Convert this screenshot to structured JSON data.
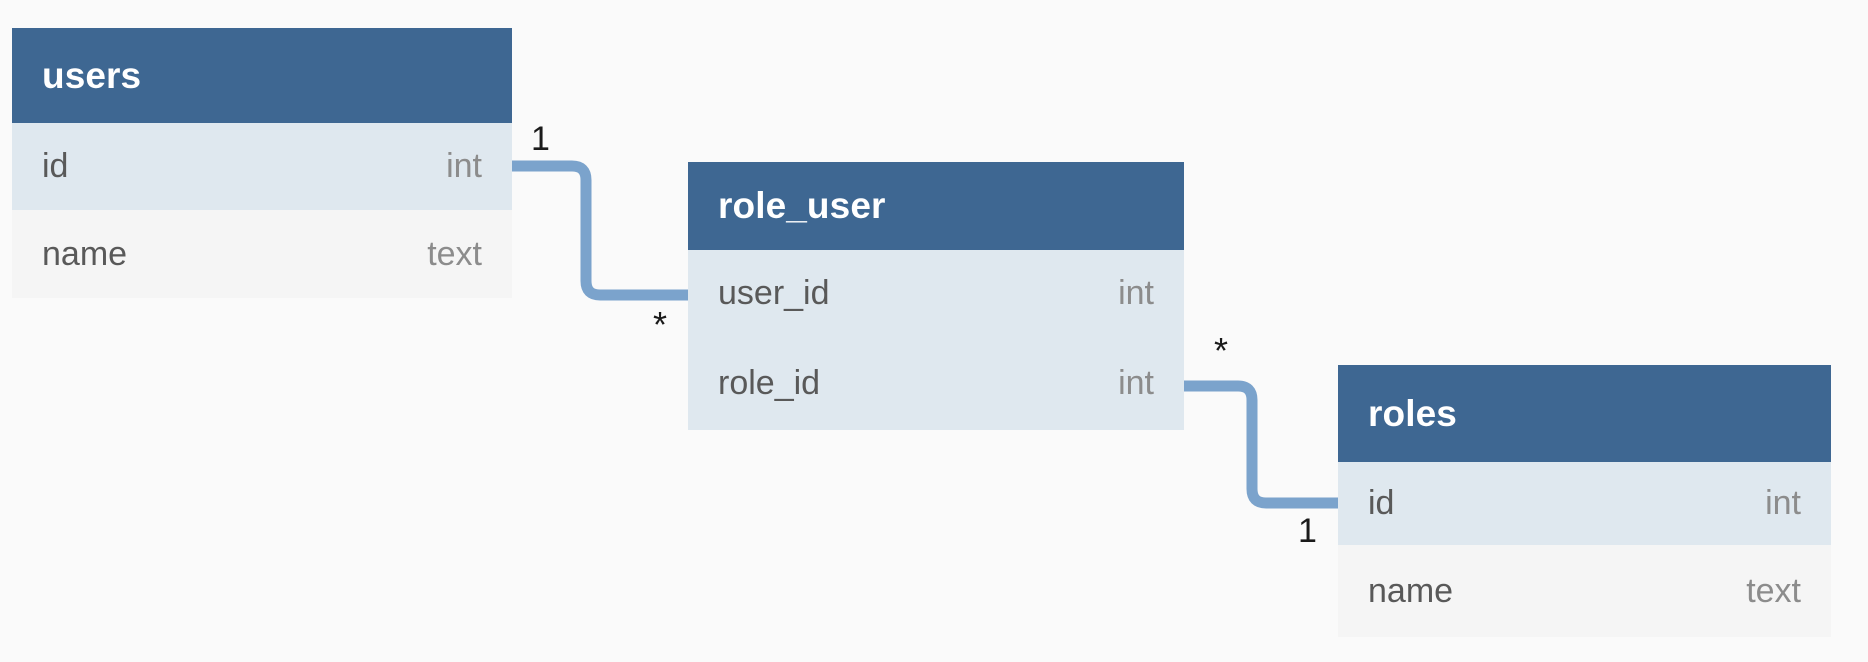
{
  "diagram": {
    "type": "entity-relationship-diagram",
    "background_color": "#FAFAFA",
    "header_color": "#3E6792",
    "row_odd_color": "#DFE8EF",
    "row_even_color": "#F5F5F5",
    "connector_color": "#7BA3CC"
  },
  "entities": [
    {
      "id": "users",
      "title": "users",
      "fields": [
        {
          "name": "id",
          "type": "int"
        },
        {
          "name": "name",
          "type": "text"
        }
      ]
    },
    {
      "id": "role_user",
      "title": "role_user",
      "fields": [
        {
          "name": "user_id",
          "type": "int"
        },
        {
          "name": "role_id",
          "type": "int"
        }
      ]
    },
    {
      "id": "roles",
      "title": "roles",
      "fields": [
        {
          "name": "id",
          "type": "int"
        },
        {
          "name": "name",
          "type": "text"
        }
      ]
    }
  ],
  "relationships": [
    {
      "id": "users-role_user",
      "from": "users.id",
      "to": "role_user.user_id",
      "from_cardinality": "1",
      "to_cardinality": "*"
    },
    {
      "id": "role_user-roles",
      "from": "role_user.role_id",
      "to": "roles.id",
      "from_cardinality": "*",
      "to_cardinality": "1"
    }
  ]
}
